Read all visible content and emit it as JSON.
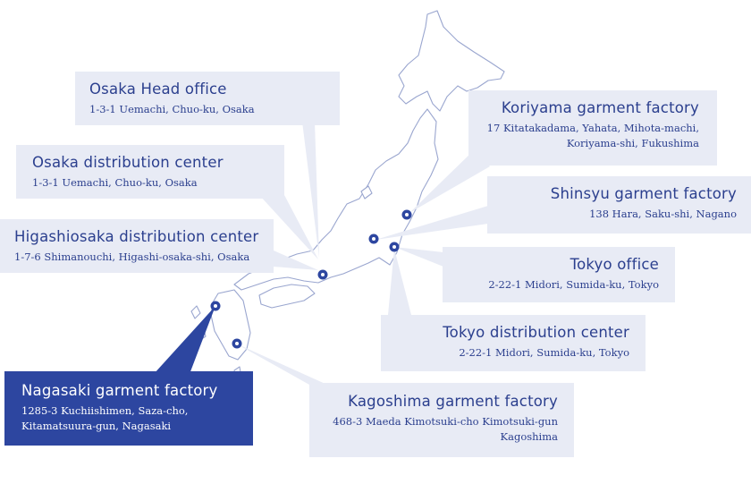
{
  "locations": [
    {
      "title": "Osaka Head office",
      "address": [
        "1-3-1 Uemachi, Chuo-ku, Osaka"
      ]
    },
    {
      "title": "Osaka distribution center",
      "address": [
        "1-3-1 Uemachi, Chuo-ku, Osaka"
      ]
    },
    {
      "title": "Higashiosaka distribution center",
      "address": [
        "1-7-6 Shimanouchi, Higashi-osaka-shi, Osaka"
      ]
    },
    {
      "title": "Nagasaki garment factory",
      "address": [
        "1285-3 Kuchiishimen, Saza-cho,",
        "Kitamatsuura-gun, Nagasaki"
      ]
    },
    {
      "title": "Koriyama garment factory",
      "address": [
        "17 Kitatakadama, Yahata, Mihota-machi,",
        "Koriyama-shi, Fukushima"
      ]
    },
    {
      "title": "Shinsyu garment factory",
      "address": [
        "138 Hara, Saku-shi, Nagano"
      ]
    },
    {
      "title": "Tokyo office",
      "address": [
        "2-22-1 Midori, Sumida-ku, Tokyo"
      ]
    },
    {
      "title": "Tokyo distribution center",
      "address": [
        "2-22-1 Midori, Sumida-ku, Tokyo"
      ]
    },
    {
      "title": "Kagoshima garment factory",
      "address": [
        "468-3 Maeda Kimotsuki-cho Kimotsuki-gun",
        "Kagoshima"
      ]
    }
  ],
  "selected": "Nagasaki garment factory",
  "colors": {
    "accent": "#2d46a0",
    "panel": "#e8ebf5",
    "text": "#2b3f8e",
    "coast": "#9aa6cf"
  }
}
